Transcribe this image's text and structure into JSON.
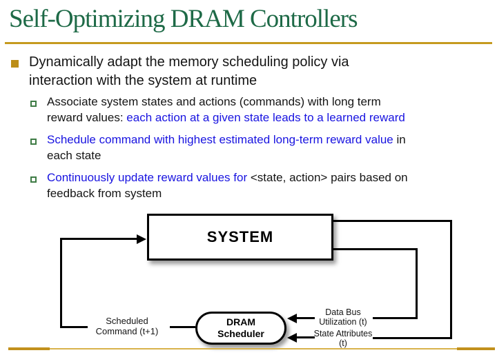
{
  "title": "Self-Optimizing DRAM Controllers",
  "colors": {
    "title_green": "#1E6A47",
    "accent_gold": "#C59A1E",
    "bullet_gold": "#BC8E18",
    "sub_bullet_green": "#3D7B44",
    "link_blue": "#1813E0"
  },
  "bullets": {
    "main": {
      "line1": "Dynamically adapt the memory scheduling policy via",
      "line2": "interaction with the system at runtime"
    },
    "sub1": {
      "line1_black": "Associate system states and actions (commands) with long term",
      "line2_black": "reward values: ",
      "line2_blue": "each action at a given state leads to a learned reward"
    },
    "sub2": {
      "line1_blue": "Schedule command with highest estimated long-term reward value",
      "line1_black": " in",
      "line2_black": "each state"
    },
    "sub3": {
      "line1_blue": "Continuously update reward values for ",
      "line1_black": "<state, action> pairs based on",
      "line2_black": "feedback from system"
    }
  },
  "diagram": {
    "system_label": "SYSTEM",
    "scheduler_label": "DRAM Scheduler",
    "scheduled_command_label": "Scheduled Command (t+1)",
    "data_bus_label": "Data Bus Utilization (t)",
    "state_attributes_label": "State Attributes (t)"
  }
}
